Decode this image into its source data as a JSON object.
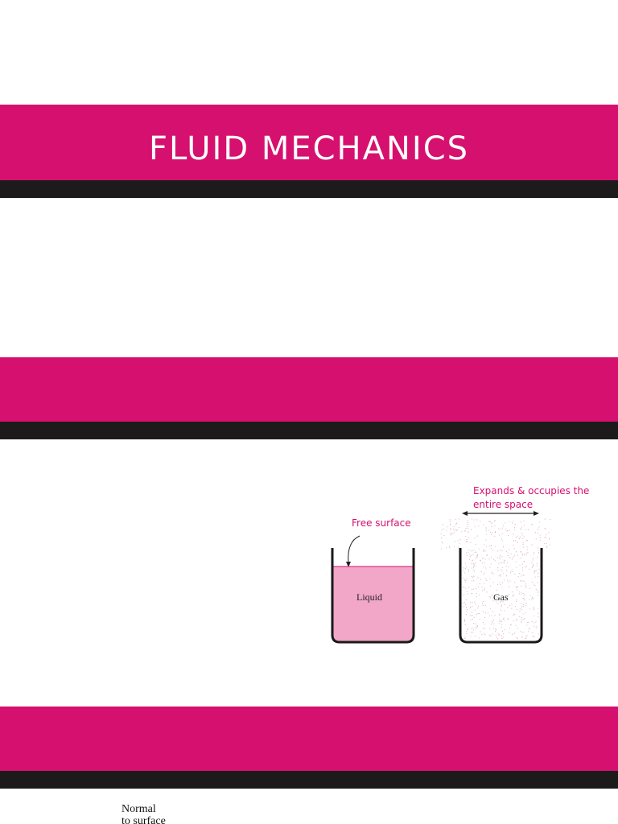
{
  "slide1": {
    "title": "FLUID MECHANICS"
  },
  "slide2": {},
  "slide3": {
    "annotations": {
      "gas_behavior_line1": "Expands & occupies the",
      "gas_behavior_line2": "entire space",
      "free_surface": "Free surface"
    },
    "containers": {
      "liquid": "Liquid",
      "gas": "Gas"
    },
    "colors": {
      "accent": "#d6106e",
      "liquid_fill": "#f2a6c8",
      "dark_band": "#1c1a1b"
    }
  },
  "slide4": {
    "label_line1": "Normal",
    "label_line2": "to surface"
  }
}
